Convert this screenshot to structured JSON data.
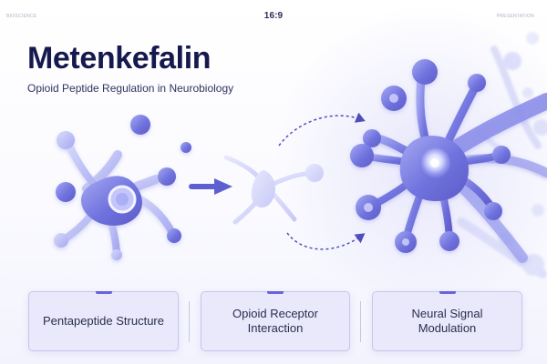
{
  "header": {
    "left": "BIOSCIENCE",
    "center": "16:9",
    "right": "PRESENTATION"
  },
  "slide": {
    "title": "Metenkefalin",
    "subtitle": "Opioid Peptide Regulation in Neurobiology"
  },
  "cards": [
    {
      "label": "Pentapeptide Structure"
    },
    {
      "label": "Opioid Receptor\nInteraction"
    },
    {
      "label": "Neural Signal\nModulation"
    }
  ],
  "colors": {
    "accent": "#6662dc",
    "title": "#15194d",
    "text": "#30345d",
    "card_bg": "#e7e7fa"
  }
}
